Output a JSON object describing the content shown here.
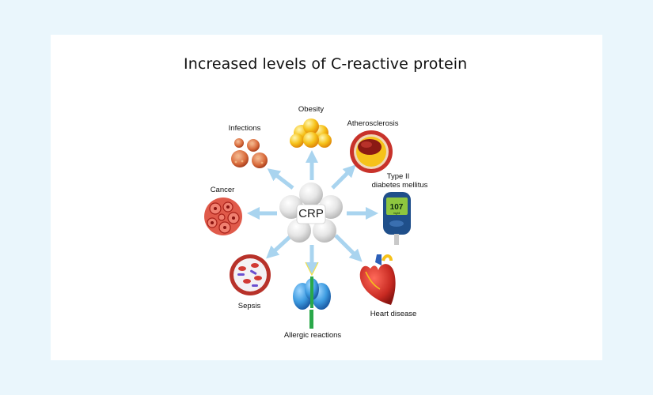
{
  "title": "Increased levels of C-reactive protein",
  "center": {
    "label": "CRP"
  },
  "conditions": {
    "obesity": "Obesity",
    "infections": "Infections",
    "atherosclerosis": "Atherosclerosis",
    "diabetes_line1": "Type II",
    "diabetes_line2": "diabetes mellitus",
    "cancer": "Cancer",
    "sepsis": "Sepsis",
    "allergic": "Allergic reactions",
    "heart": "Heart disease"
  },
  "glucometer": {
    "reading": "107",
    "unit": "mg/dl"
  },
  "colors": {
    "page_bg": "#eaf6fc",
    "arrow": "#a9d4ef",
    "sphere": "#e9e9e9",
    "fat": "#f6c21a",
    "blood_red": "#c8322a",
    "glucometer_body": "#1f4f8a",
    "allergen_blue": "#3d9be0"
  }
}
